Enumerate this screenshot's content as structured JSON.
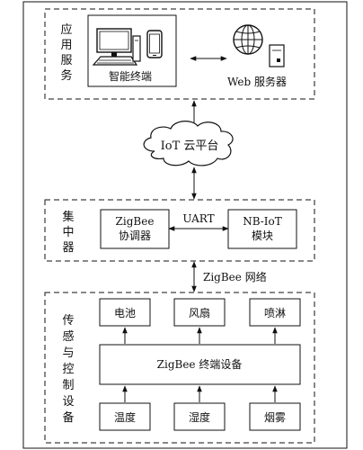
{
  "layers": {
    "application": {
      "label_chars": [
        "应",
        "用",
        "服",
        "务"
      ]
    },
    "concentrator": {
      "label_chars": [
        "集",
        "中",
        "器"
      ]
    },
    "sensing": {
      "label_chars": [
        "传",
        "感",
        "与",
        "控",
        "制",
        "设",
        "备"
      ]
    }
  },
  "app": {
    "smart_terminal": "智能终端",
    "web_server": "Web 服务器"
  },
  "cloud": {
    "label": "IoT 云平台"
  },
  "concentrator": {
    "zigbee_coordinator_line1": "ZigBee",
    "zigbee_coordinator_line2": "协调器",
    "nbiot_line1": "NB-IoT",
    "nbiot_line2": "模块",
    "uart": "UART"
  },
  "network": {
    "zigbee_network": "ZigBee 网络"
  },
  "devices": {
    "actuators": [
      "电池",
      "风扇",
      "喷淋"
    ],
    "terminal": "ZigBee 终端设备",
    "sensors": [
      "温度",
      "湿度",
      "烟雾"
    ]
  }
}
